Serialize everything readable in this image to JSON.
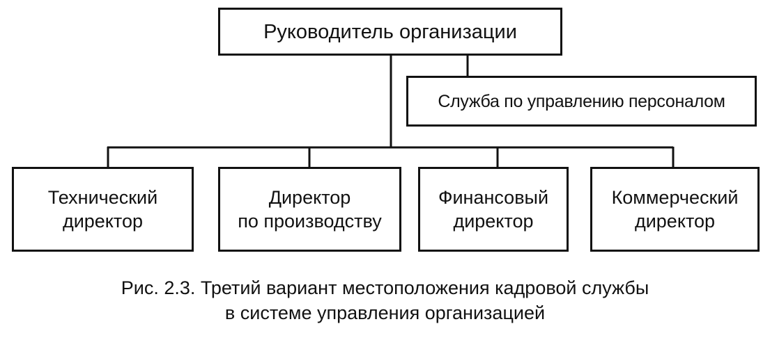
{
  "head": {
    "label": "Руководитель организации"
  },
  "staff": {
    "label": "Служба по управлению персоналом"
  },
  "directors": [
    {
      "line1": "Технический",
      "line2": "директор"
    },
    {
      "line1": "Директор",
      "line2": "по производству"
    },
    {
      "line1": "Финансовый",
      "line2": "директор"
    },
    {
      "line1": "Коммерческий",
      "line2": "директор"
    }
  ],
  "caption": {
    "line1": "Рис. 2.3. Третий вариант местоположения кадровой службы",
    "line2": "в системе управления организацией"
  }
}
